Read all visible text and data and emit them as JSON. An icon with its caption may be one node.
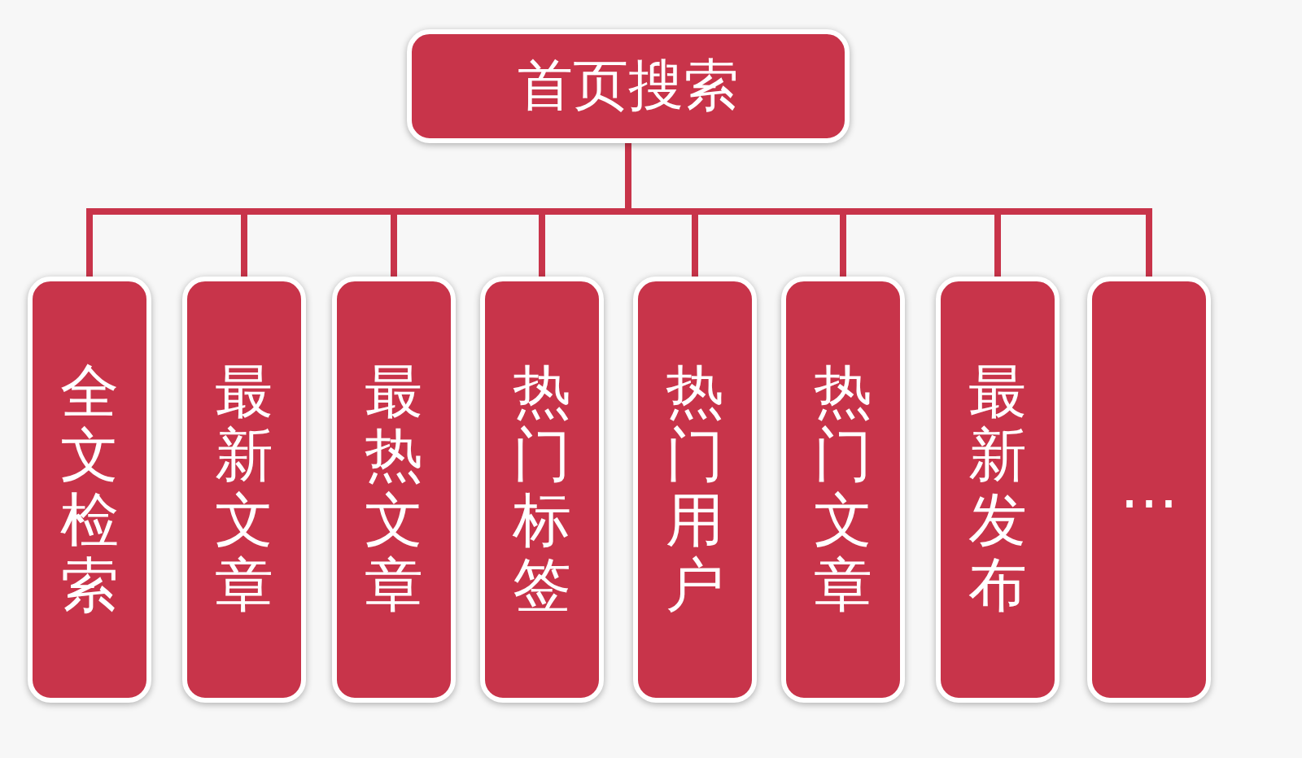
{
  "diagram": {
    "nodes": [
      {
        "text": [
          "首页搜索"
        ]
      },
      {
        "text": [
          "全文检索"
        ]
      },
      {
        "text": [
          "最新文章"
        ]
      },
      {
        "text": [
          "最热文章"
        ]
      },
      {
        "text": [
          "热门标签"
        ]
      },
      {
        "text": [
          "热门用户"
        ]
      },
      {
        "text": [
          "热门文章"
        ]
      },
      {
        "text": [
          "最新发布"
        ]
      },
      {
        "text": [
          "…"
        ]
      }
    ],
    "edges": [
      {
        "from": 0,
        "to": 1,
        "arrow": "none"
      },
      {
        "from": 0,
        "to": 2,
        "arrow": "none"
      },
      {
        "from": 0,
        "to": 3,
        "arrow": "none"
      },
      {
        "from": 0,
        "to": 4,
        "arrow": "none"
      },
      {
        "from": 0,
        "to": 5,
        "arrow": "none"
      },
      {
        "from": 0,
        "to": 6,
        "arrow": "none"
      },
      {
        "from": 0,
        "to": 7,
        "arrow": "none"
      },
      {
        "from": 0,
        "to": 8,
        "arrow": "none"
      }
    ]
  }
}
